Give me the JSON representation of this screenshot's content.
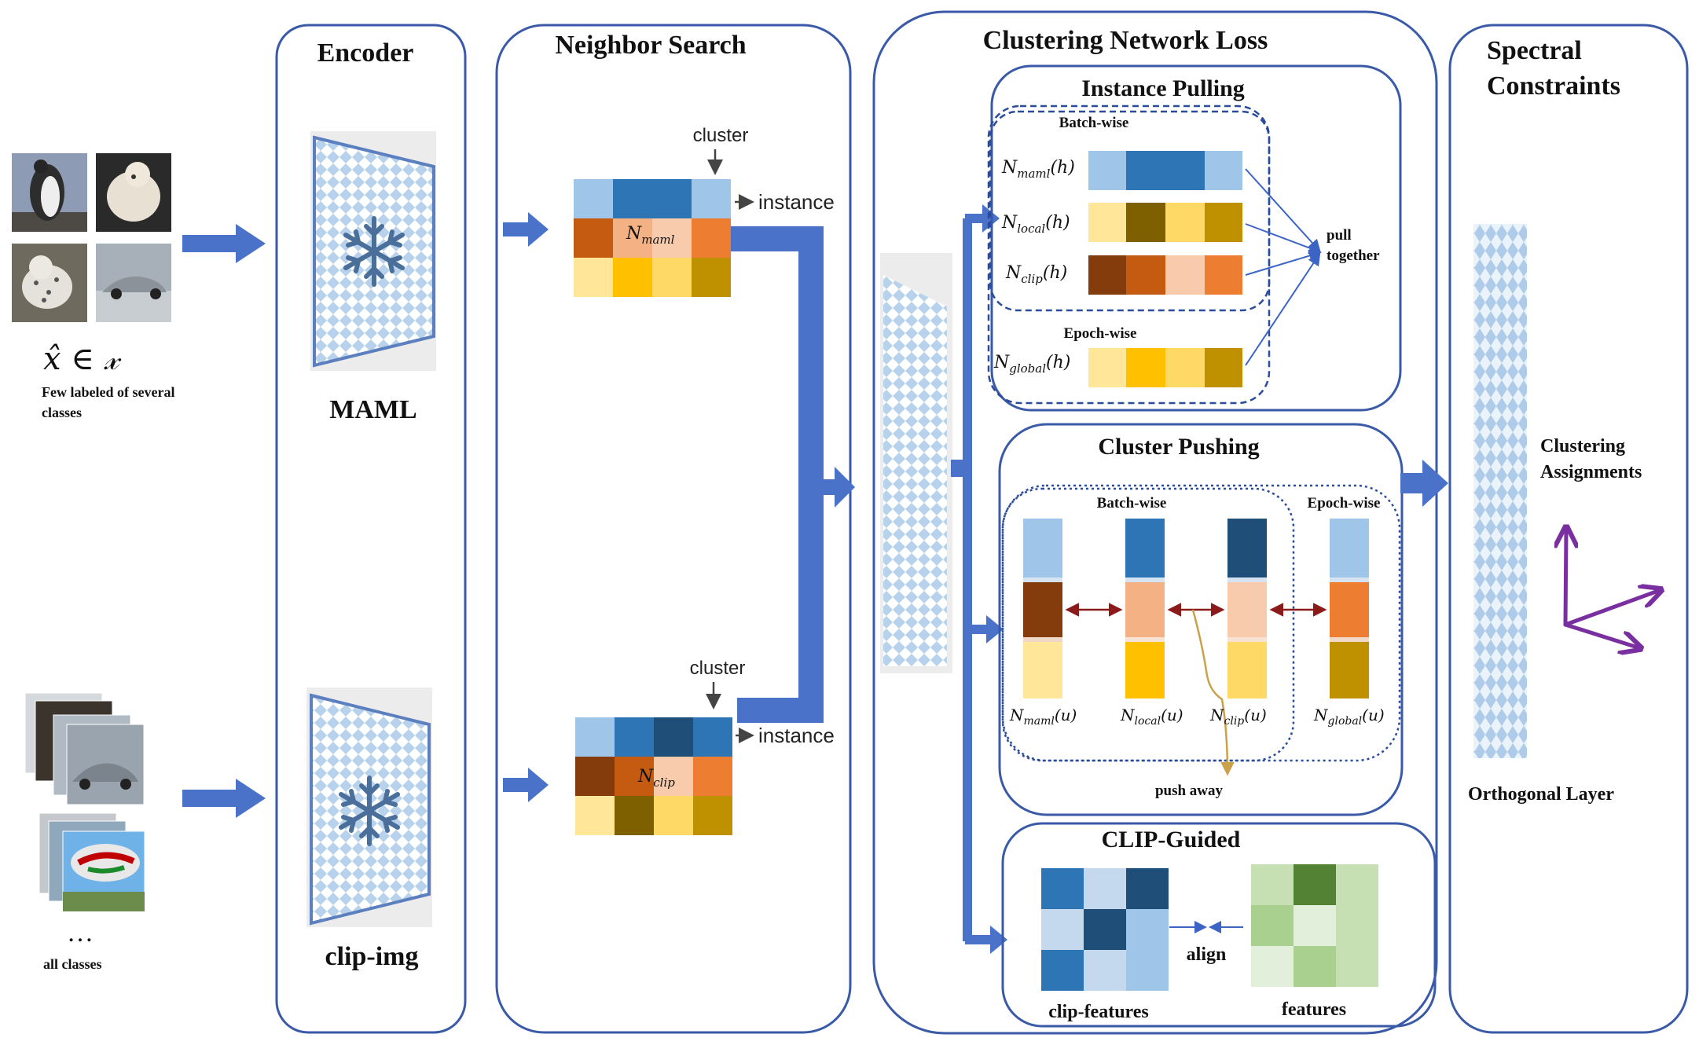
{
  "colors": {
    "panel_border": "#3a5aa8",
    "arrow_blue": "#4a72c8",
    "link_red": "#8b1a1a",
    "push_gold": "#c9a24a",
    "purple": "#7a2fa0",
    "light_blue": "#9fc5e8",
    "mid_blue": "#2e75b6",
    "dark_blue": "#1f4e79",
    "pale_blue": "#c5d9ee",
    "dark_brown": "#843c0c",
    "rust": "#c55a11",
    "peach": "#f8cbad",
    "salmon": "#f4b183",
    "orange": "#ed7d31",
    "pale_yellow": "#ffe699",
    "gold": "#ffc000",
    "mustard": "#ffd966",
    "dark_gold": "#bf9000",
    "olive": "#7f6000",
    "green_dark": "#548235",
    "green_mid": "#a9d08e",
    "green_light": "#c6e0b4",
    "green_pale": "#e2efda"
  },
  "icons": {
    "snowflake": "snowflake-icon",
    "arrow": "arrow-right-icon",
    "axes": "axes-icon"
  },
  "inputs": {
    "math_label": "x̂ ∈ 𝓍",
    "few_labeled_line1": "Few labeled of several",
    "few_labeled_line2": "classes",
    "ellipsis": "…",
    "all_classes": "all classes"
  },
  "encoder": {
    "title": "Encoder",
    "maml_label": "MAML",
    "clip_label": "clip-img"
  },
  "neighbor_search": {
    "title": "Neighbor Search",
    "cluster_label": "cluster",
    "instance_label": "instance",
    "maml_matrix_label": "N",
    "maml_matrix_sub": "maml",
    "clip_matrix_label": "N",
    "clip_matrix_sub": "clip"
  },
  "clustering_loss": {
    "title": "Clustering Network Loss",
    "instance_pulling": {
      "title": "Instance Pulling",
      "batch_wise": "Batch-wise",
      "epoch_wise": "Epoch-wise",
      "pull_together_line1": "pull",
      "pull_together_line2": "together",
      "rows": [
        {
          "name": "N",
          "sub": "maml",
          "arg": "(h)"
        },
        {
          "name": "N",
          "sub": "local",
          "arg": "(h)"
        },
        {
          "name": "N",
          "sub": "clip",
          "arg": "(h)"
        },
        {
          "name": "N",
          "sub": "global",
          "arg": "(h)"
        }
      ]
    },
    "cluster_pushing": {
      "title": "Cluster Pushing",
      "batch_wise": "Batch-wise",
      "epoch_wise": "Epoch-wise",
      "push_away": "push away",
      "columns": [
        {
          "name": "N",
          "sub": "maml",
          "arg": "(u)"
        },
        {
          "name": "N",
          "sub": "local",
          "arg": "(u)"
        },
        {
          "name": "N",
          "sub": "clip",
          "arg": "(u)"
        },
        {
          "name": "N",
          "sub": "global",
          "arg": "(u)"
        }
      ]
    },
    "clip_guided": {
      "title": "CLIP-Guided",
      "align": "align",
      "clip_features": "clip-features",
      "features": "features"
    }
  },
  "spectral": {
    "title_line1": "Spectral",
    "title_line2": "Constraints",
    "assign_line1": "Clustering",
    "assign_line2": "Assignments",
    "orthogonal": "Orthogonal Layer"
  }
}
